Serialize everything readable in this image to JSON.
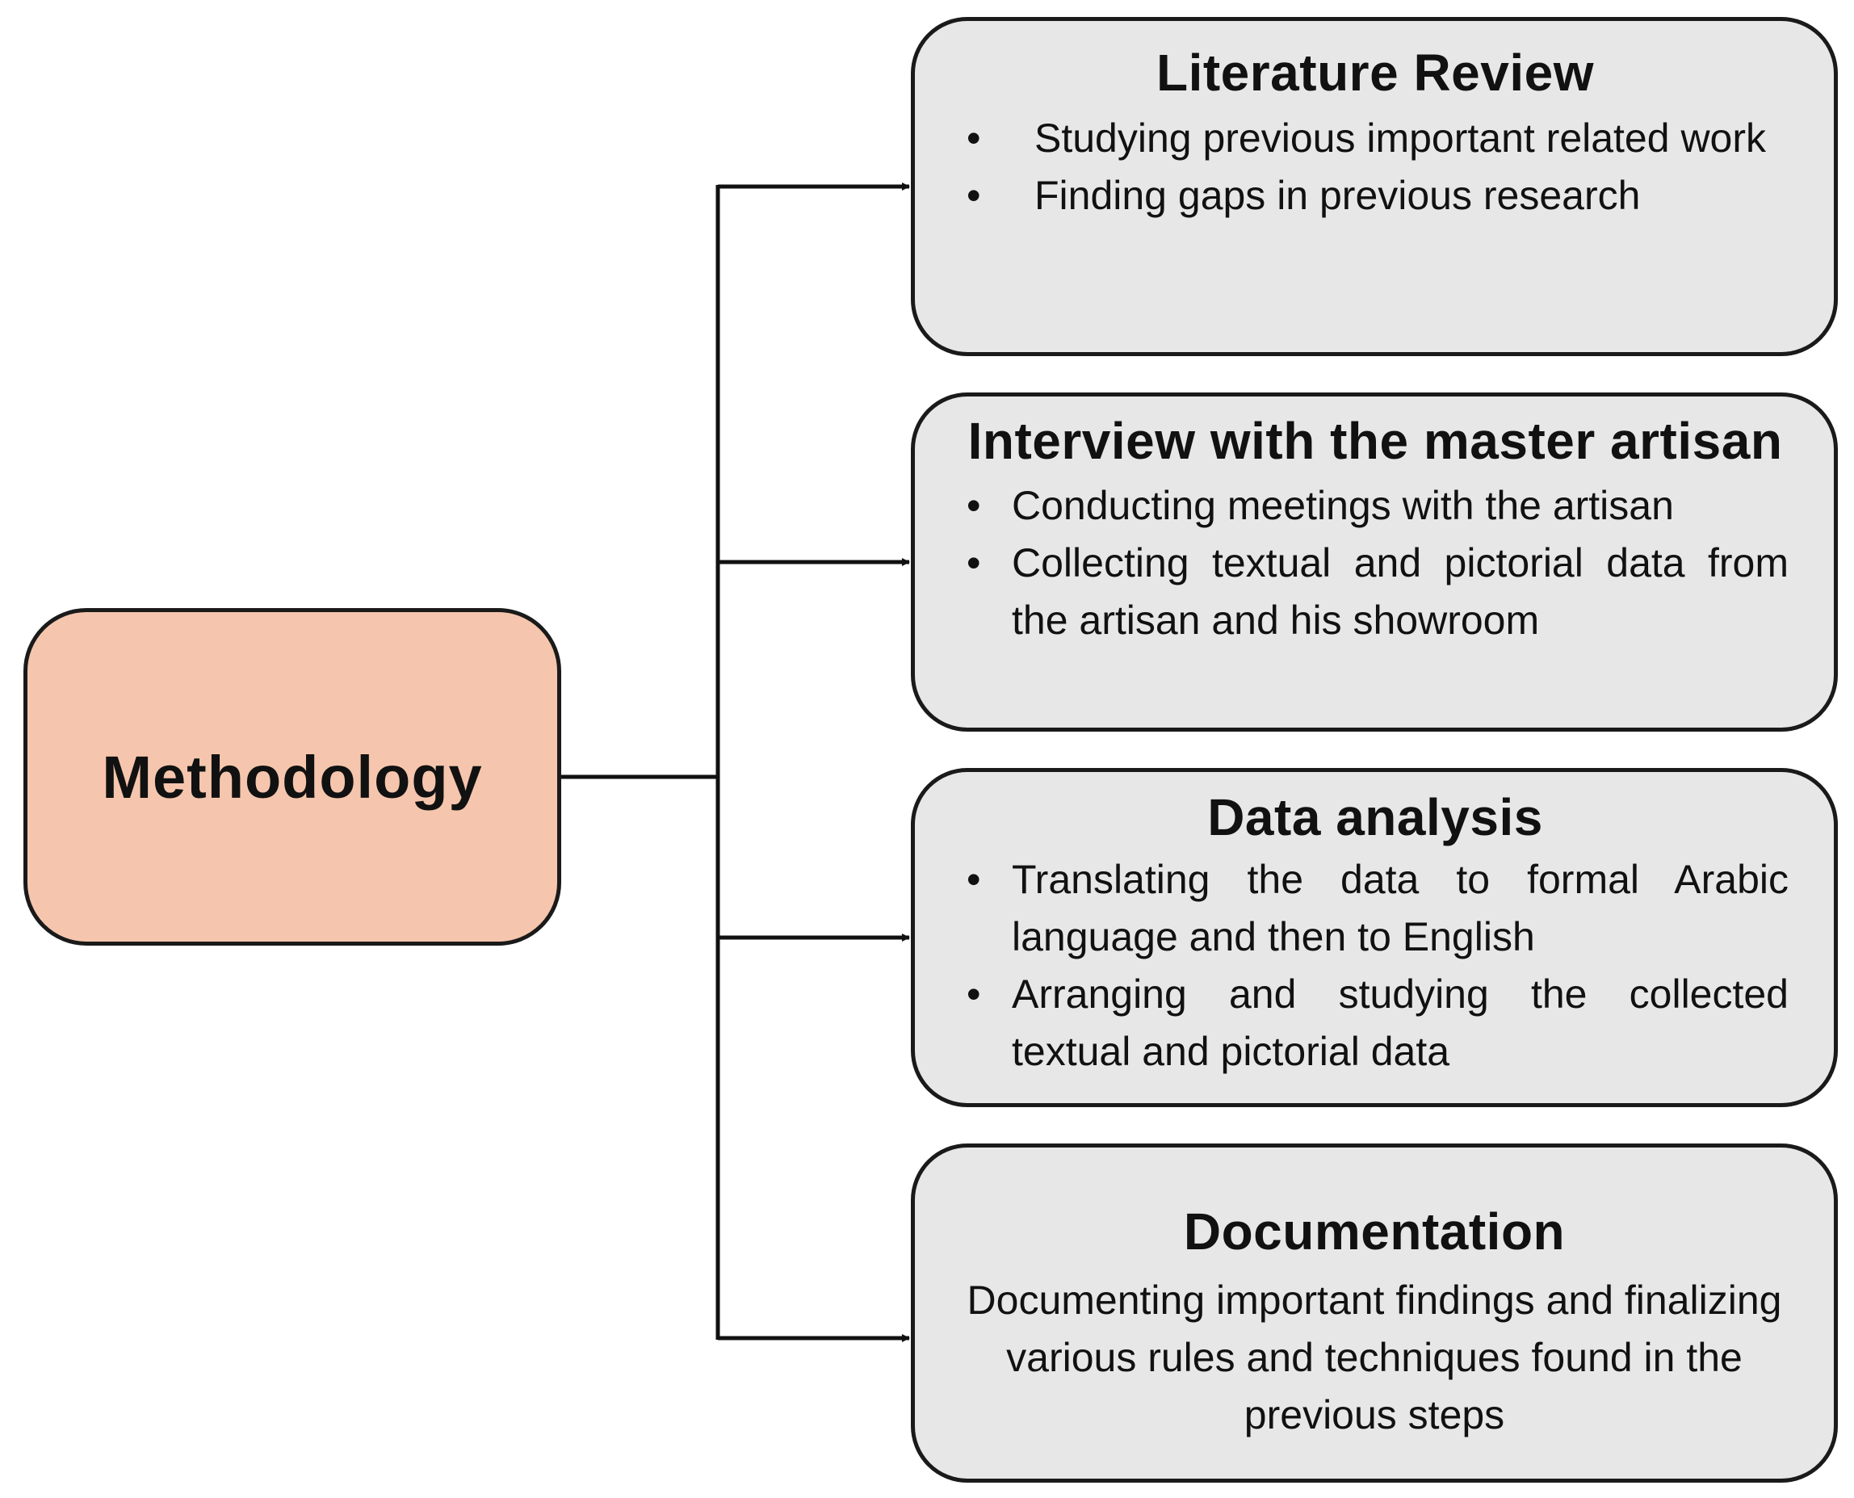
{
  "colors": {
    "root_fill": "#f5c6ad",
    "step_fill": "#e7e7e7",
    "line": "#111111"
  },
  "root": {
    "title": "Methodology"
  },
  "steps": [
    {
      "title": "Literature Review",
      "bullets": [
        "Studying previous important related work",
        "Finding gaps in previous research"
      ]
    },
    {
      "title": "Interview with the master artisan",
      "bullets": [
        "Conducting meetings with the artisan",
        "Collecting textual and pictorial data from the artisan and his showroom"
      ]
    },
    {
      "title": "Data analysis",
      "bullets": [
        "Translating the data to formal Arabic language and then to English",
        "Arranging and studying the collected textual and pictorial data"
      ]
    },
    {
      "title": "Documentation",
      "description": "Documenting important findings and finalizing various rules and techniques found in the previous steps"
    }
  ]
}
